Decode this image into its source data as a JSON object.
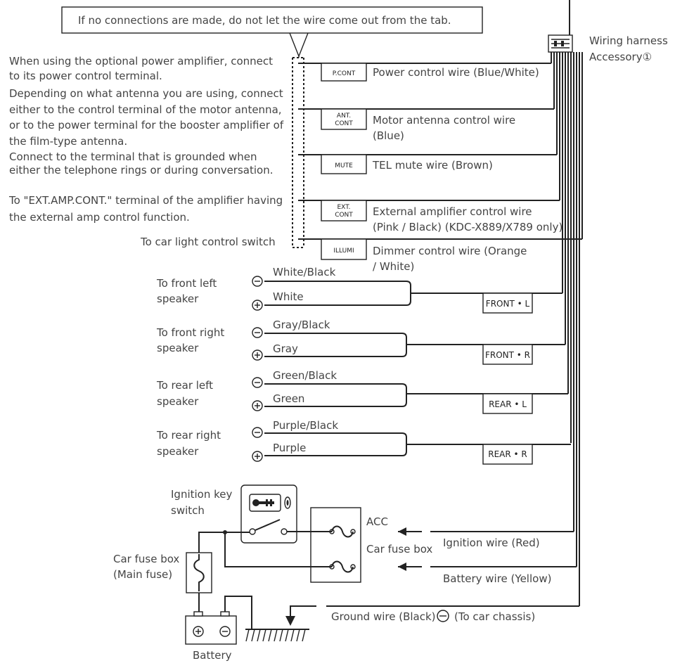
{
  "note": "If no connections are made, do not let the wire come out from the tab.",
  "harness": {
    "line1": "Wiring harness",
    "line2": "Accessory①"
  },
  "descriptions": {
    "amp_l1": "When using the optional power amplifier, connect",
    "amp_l2": "to its power control terminal.",
    "ant_l1": "Depending on what antenna you are using, connect",
    "ant_l2": "either to the control terminal of the motor antenna,",
    "ant_l3": "or to the power terminal for the booster amplifier of",
    "ant_l4": "the film-type antenna.",
    "mute_l1": "Connect to the terminal that is grounded when",
    "mute_l2": "either the telephone rings or during conversation.",
    "ext_l1": "To \"EXT.AMP.CONT.\" terminal of the amplifier having",
    "ext_l2": "the external amp control function.",
    "light": "To car light control switch"
  },
  "tabs": {
    "pcont": "P.CONT",
    "ant_l1": "ANT.",
    "ant_l2": "CONT",
    "mute": "MUTE",
    "ext_l1": "EXT.",
    "ext_l2": "CONT",
    "illumi": "ILLUMI"
  },
  "wires": {
    "power": "Power control wire (Blue/White)",
    "motor_l1": "Motor antenna control wire",
    "motor_l2": "(Blue)",
    "mute": "TEL mute wire (Brown)",
    "ext_l1": "External amplifier control wire",
    "ext_l2": "(Pink / Black) (KDC-X889/X789 only)",
    "dimmer_l1": "Dimmer control wire (Orange",
    "dimmer_l2": "/ White)"
  },
  "speakers": [
    {
      "dest_l1": "To front left",
      "dest_l2": "speaker",
      "neg": "White/Black",
      "pos": "White",
      "connector": "FRONT • L"
    },
    {
      "dest_l1": "To front right",
      "dest_l2": "speaker",
      "neg": "Gray/Black",
      "pos": "Gray",
      "connector": "FRONT • R"
    },
    {
      "dest_l1": "To rear left",
      "dest_l2": "speaker",
      "neg": "Green/Black",
      "pos": "Green",
      "connector": "REAR • L"
    },
    {
      "dest_l1": "To rear right",
      "dest_l2": "speaker",
      "neg": "Purple/Black",
      "pos": "Purple",
      "connector": "REAR • R"
    }
  ],
  "power": {
    "ignition_l1": "Ignition key",
    "ignition_l2": "switch",
    "acc": "ACC",
    "car_fuse_box": "Car fuse box",
    "main_fuse_l1": "Car fuse box",
    "main_fuse_l2": "(Main fuse)",
    "ignition_wire": "Ignition wire (Red)",
    "battery_wire": "Battery wire (Yellow)",
    "ground_pre": "Ground wire (Black)",
    "ground_post": "(To car chassis)",
    "battery": "Battery"
  },
  "symbols": {
    "minus": "−",
    "plus": "+"
  }
}
